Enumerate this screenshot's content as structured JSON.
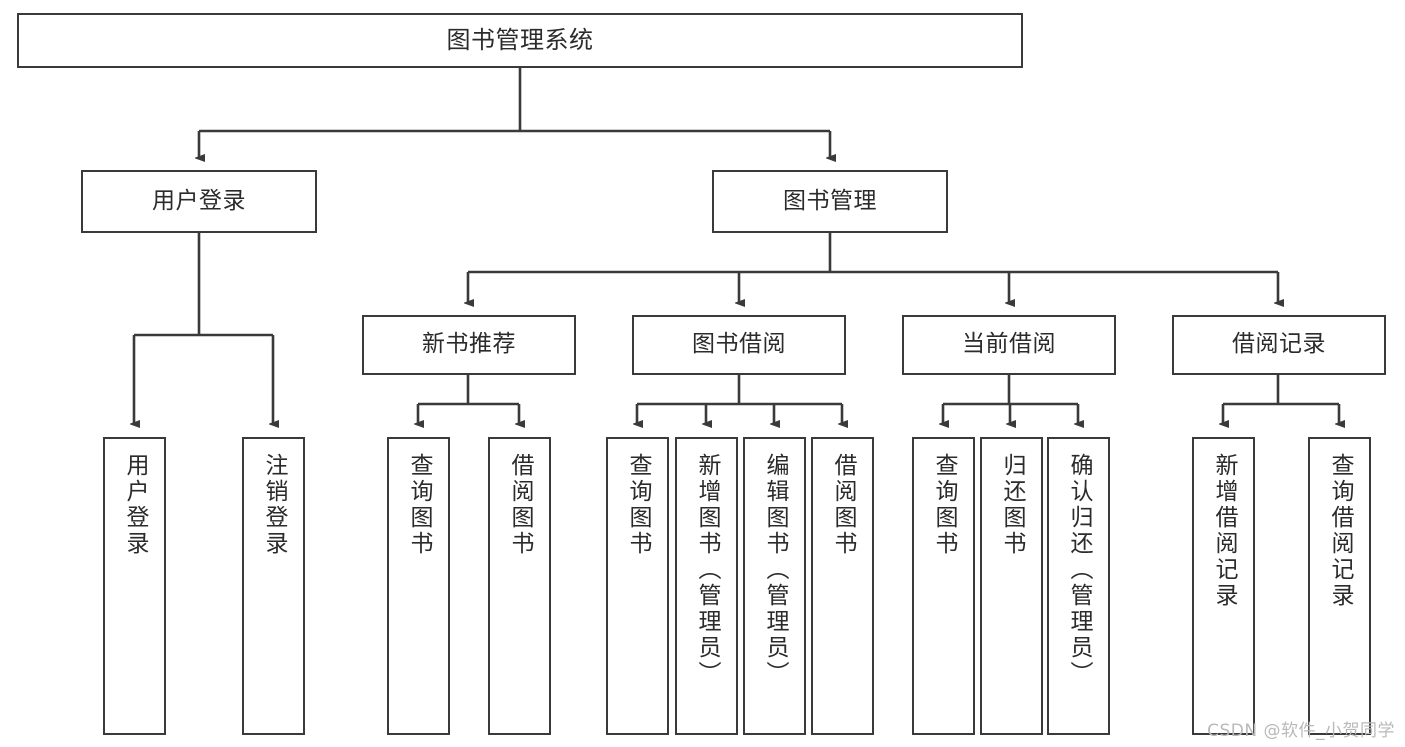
{
  "diagram": {
    "title": "图书管理系统",
    "type": "tree",
    "orientation": "top-down",
    "colors": {
      "node_border": "#3a3a3a",
      "node_fill": "#ffffff",
      "connector": "#3a3a3a",
      "text": "#2b2b2b",
      "background": "#ffffff",
      "watermark": "#b9b9b9"
    },
    "nodes": {
      "root": {
        "label": "图书管理系统"
      },
      "level2": [
        {
          "id": "user-login",
          "label": "用户登录"
        },
        {
          "id": "book-manage",
          "label": "图书管理"
        }
      ],
      "level3": [
        {
          "id": "new-book-recommend",
          "label": "新书推荐"
        },
        {
          "id": "book-borrow",
          "label": "图书借阅"
        },
        {
          "id": "current-borrow",
          "label": "当前借阅"
        },
        {
          "id": "borrow-record",
          "label": "借阅记录"
        }
      ],
      "leaves": {
        "user-login": [
          {
            "id": "leaf-user-login",
            "label": "用户登录"
          },
          {
            "id": "leaf-user-logout",
            "label": "注销登录"
          }
        ],
        "new-book-recommend": [
          {
            "id": "leaf-query-book-1",
            "label": "查询图书"
          },
          {
            "id": "leaf-borrow-book-1",
            "label": "借阅图书"
          }
        ],
        "book-borrow": [
          {
            "id": "leaf-query-book-2",
            "label": "查询图书"
          },
          {
            "id": "leaf-add-book",
            "label": "新增图书（管理员）"
          },
          {
            "id": "leaf-edit-book",
            "label": "编辑图书（管理员）"
          },
          {
            "id": "leaf-borrow-book-2",
            "label": "借阅图书"
          }
        ],
        "current-borrow": [
          {
            "id": "leaf-query-book-3",
            "label": "查询图书"
          },
          {
            "id": "leaf-return-book",
            "label": "归还图书"
          },
          {
            "id": "leaf-confirm-return",
            "label": "确认归还（管理员）"
          }
        ],
        "borrow-record": [
          {
            "id": "leaf-add-record",
            "label": "新增借阅记录"
          },
          {
            "id": "leaf-query-record",
            "label": "查询借阅记录"
          }
        ]
      }
    },
    "watermark": "CSDN @软件_小贺同学"
  }
}
